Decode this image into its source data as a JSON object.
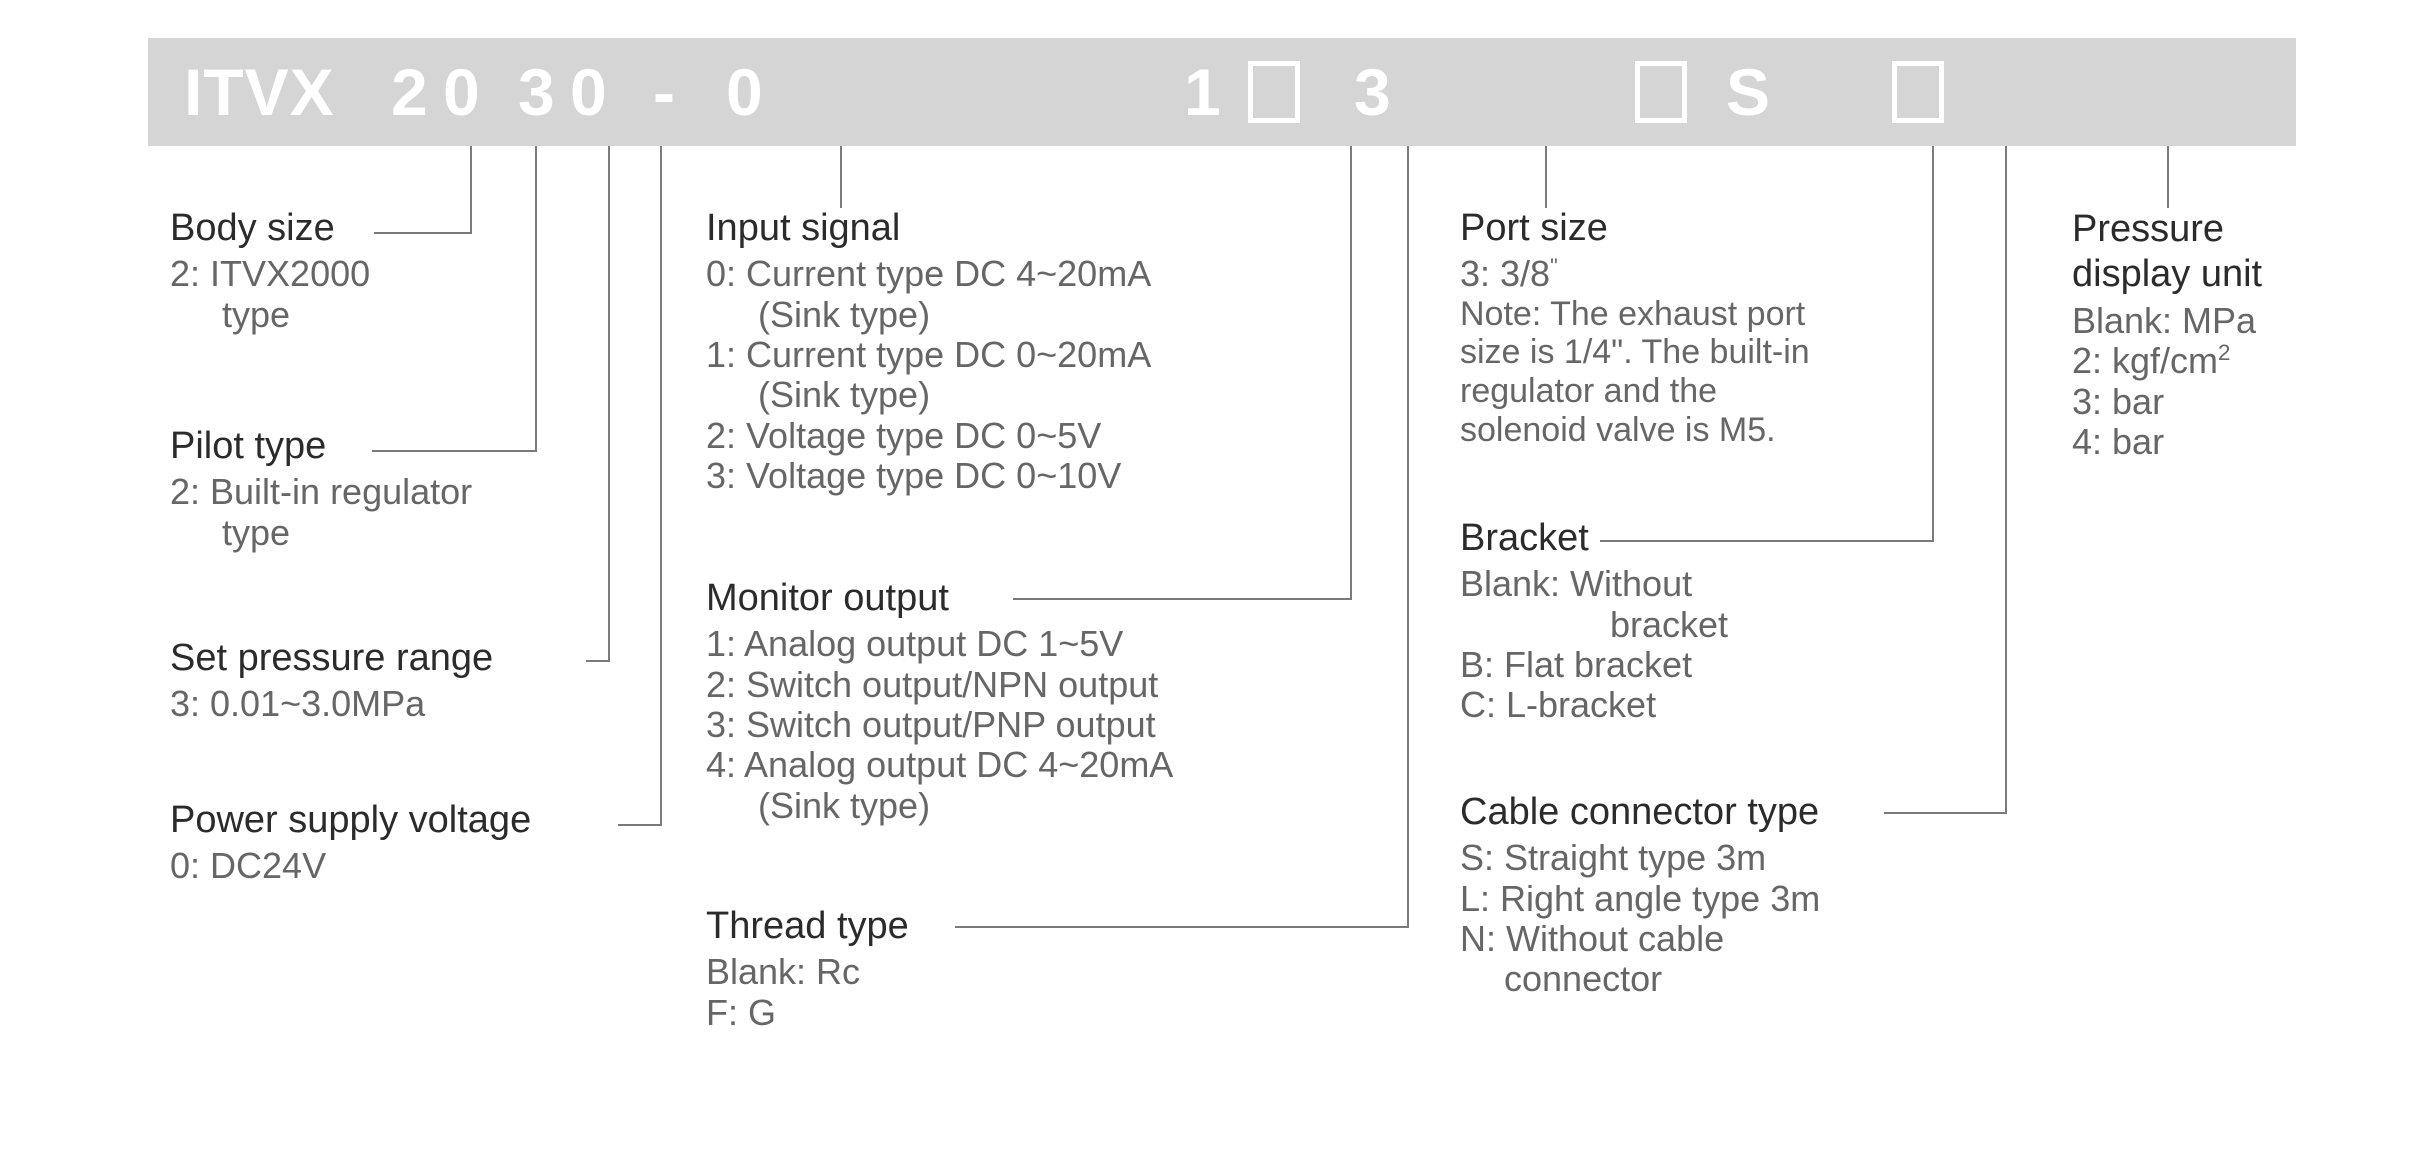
{
  "part_number_bar": {
    "segments": [
      {
        "name": "series",
        "text": "ITVX"
      },
      {
        "name": "body-size",
        "text": "2"
      },
      {
        "name": "pilot-type",
        "text": "0"
      },
      {
        "name": "set-pressure-range",
        "text": "3"
      },
      {
        "name": "power-supply-voltage",
        "text": "0"
      },
      {
        "name": "dash",
        "text": "-"
      },
      {
        "name": "input-signal",
        "text": "0"
      },
      {
        "name": "monitor-output",
        "text": "1"
      },
      {
        "name": "thread-type",
        "text": ""
      },
      {
        "name": "port-size",
        "text": "3"
      },
      {
        "name": "bracket",
        "text": ""
      },
      {
        "name": "cable-connector-type",
        "text": "S"
      },
      {
        "name": "pressure-display-unit",
        "text": ""
      }
    ],
    "background_color": "#d5d5d5",
    "text_color": "#ffffff"
  },
  "groups": {
    "body_size": {
      "heading": "Body size",
      "options": [
        "2: ITVX2000",
        "type"
      ]
    },
    "pilot_type": {
      "heading": "Pilot type",
      "options": [
        "2: Built-in regulator",
        "type"
      ]
    },
    "set_pressure_range": {
      "heading": "Set pressure range",
      "options": [
        "3: 0.01~3.0MPa"
      ]
    },
    "power_supply_voltage": {
      "heading": "Power supply voltage",
      "options": [
        "0: DC24V"
      ]
    },
    "input_signal": {
      "heading": "Input signal",
      "options": [
        "0: Current type DC 4~20mA",
        "(Sink type)",
        "1: Current type DC 0~20mA",
        "(Sink type)",
        "2: Voltage type DC 0~5V",
        "3: Voltage type DC 0~10V"
      ]
    },
    "monitor_output": {
      "heading": "Monitor output",
      "options": [
        "1: Analog output DC 1~5V",
        "2: Switch output/NPN output",
        "3: Switch output/PNP output",
        "4: Analog output DC 4~20mA",
        "(Sink type)"
      ]
    },
    "thread_type": {
      "heading": "Thread type",
      "options": [
        "Blank: Rc",
        "F: G"
      ]
    },
    "port_size": {
      "heading": "Port size",
      "value": "3: 3/8",
      "value_unit": "\"",
      "note_lines": [
        "Note: The exhaust port",
        "size is 1/4\". The built-in",
        "regulator and the",
        "solenoid valve is M5."
      ]
    },
    "bracket": {
      "heading": "Bracket",
      "options": [
        "Blank: Without",
        "bracket",
        "B: Flat bracket",
        "C: L-bracket"
      ]
    },
    "cable_connector_type": {
      "heading": "Cable connector type",
      "options": [
        "S: Straight type 3m",
        "L: Right angle type 3m",
        "N: Without cable",
        "connector"
      ]
    },
    "pressure_display_unit": {
      "heading_line1": "Pressure",
      "heading_line2": "display unit",
      "options_plain": [
        "Blank: MPa"
      ],
      "option_kgf_prefix": "2: kgf/cm",
      "option_kgf_sup": "2",
      "options_tail": [
        "3: bar",
        "4: bar"
      ]
    }
  },
  "colors": {
    "bar_background": "#d5d5d5",
    "bar_text": "#ffffff",
    "heading_text": "#2b2b2b",
    "option_text": "#666666",
    "leader_line": "#7b7b7b",
    "page_background": "#ffffff"
  }
}
